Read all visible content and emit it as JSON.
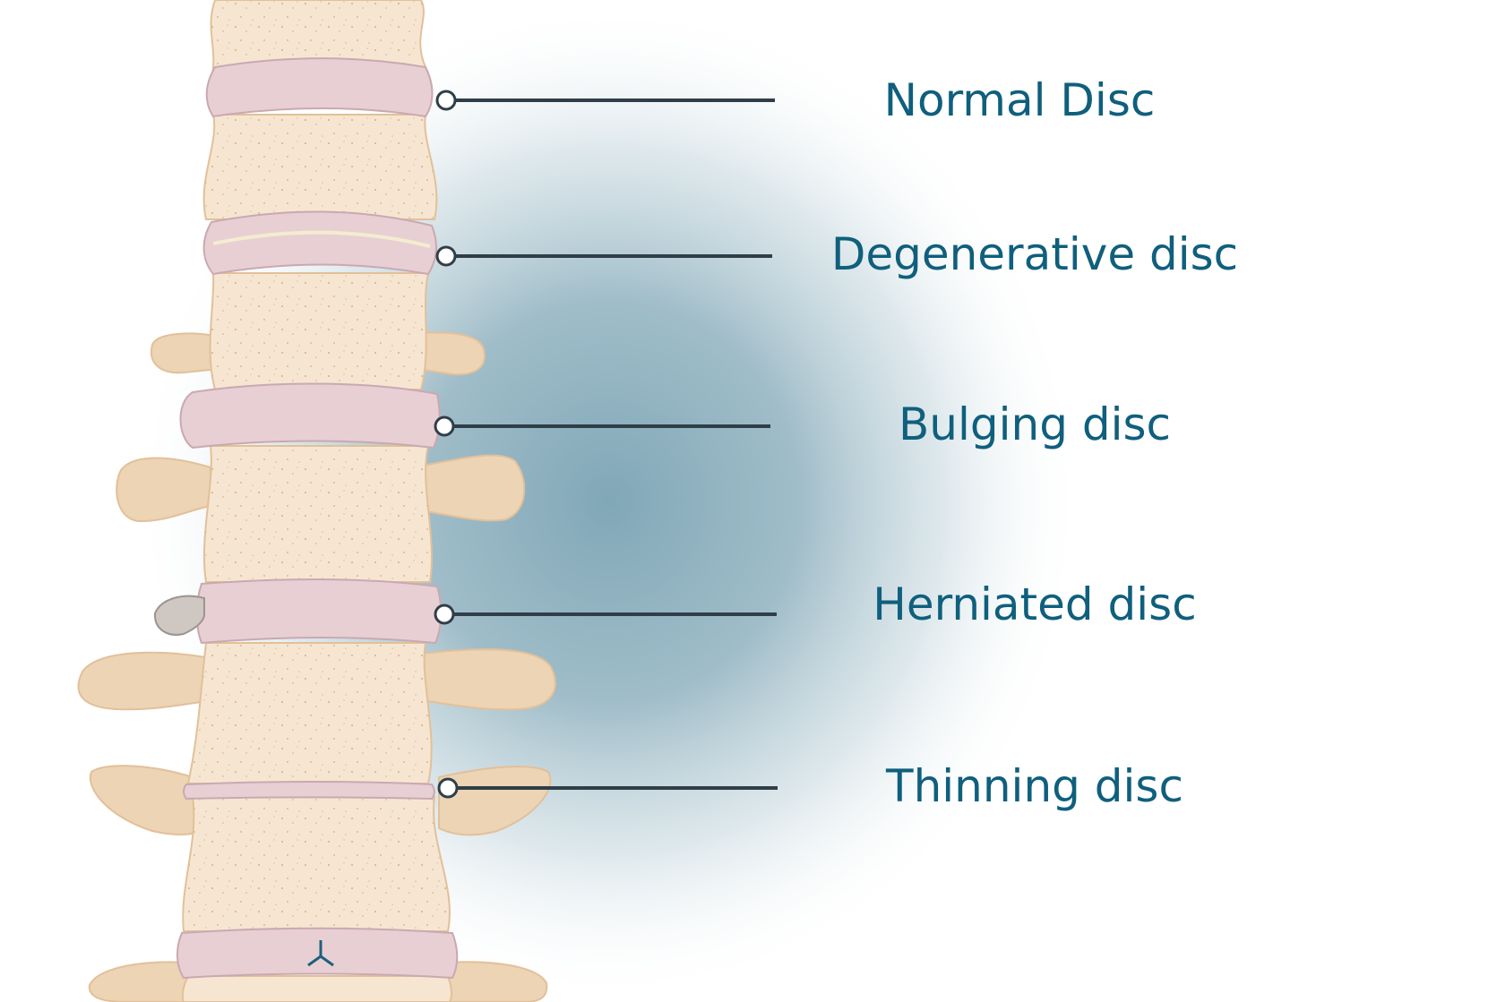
{
  "colors": {
    "label_text": "#0f5f7d",
    "leader_line": "#2f3e48",
    "glow": "#7ea6b6",
    "bone_fill": "#f6e6d1",
    "bone_shade": "#ecd4b4",
    "bone_outline": "#e2c09a",
    "disc_fill": "#e8cfd4",
    "disc_outline": "#c9a9b1",
    "herniation_fill": "#cfc8c2"
  },
  "labels": [
    {
      "id": "normal",
      "text": "Normal Disc"
    },
    {
      "id": "degenerative",
      "text": "Degenerative disc"
    },
    {
      "id": "bulging",
      "text": "Bulging disc"
    },
    {
      "id": "herniated",
      "text": "Herniated disc"
    },
    {
      "id": "thinning",
      "text": "Thinning disc"
    }
  ]
}
